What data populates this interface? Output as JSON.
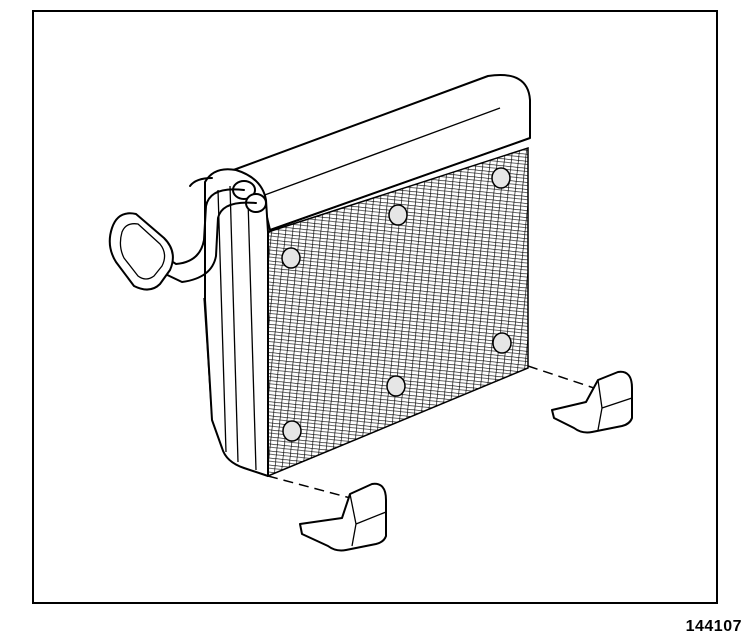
{
  "figure": {
    "number": "144107"
  },
  "colors": {
    "line": "#000000",
    "shade": "#d9d9d9",
    "mesh": "#000000"
  },
  "parts": [
    {
      "name": "evaporator-core"
    },
    {
      "name": "refrigerant-tube"
    },
    {
      "name": "inlet-flange"
    },
    {
      "name": "foam-seal-pad"
    },
    {
      "name": "mounting-bracket"
    },
    {
      "name": "mounting-bracket"
    }
  ]
}
